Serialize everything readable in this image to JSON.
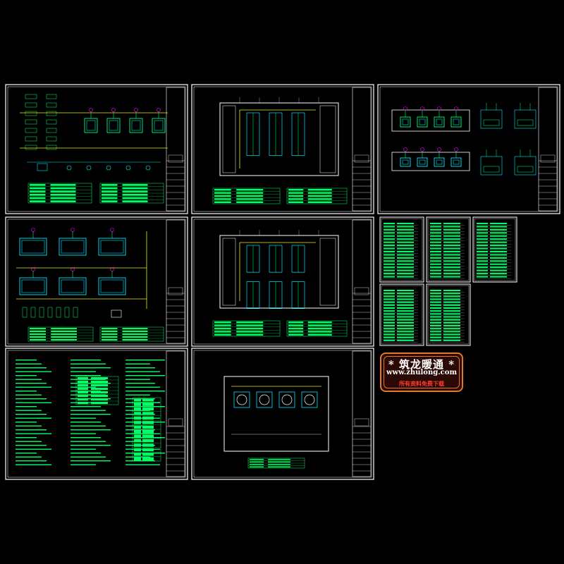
{
  "colors": {
    "background": "#000000",
    "frame": "#ffffff",
    "cad_green": "#00ff66",
    "cad_cyan": "#00e5ff",
    "cad_yellow": "#f2f200",
    "cad_magenta": "#ff00ff",
    "badge_border": "#e07a2a",
    "badge_text": "#ffffff",
    "badge_subtext": "#ff3b2f"
  },
  "watermark": {
    "title": "* 筑龙暖通 *",
    "url": "www.zhulong.com",
    "subtitle": "所有资料免费下载"
  },
  "sheets": [
    {
      "id": "sheet-1",
      "kind": "system-diagram"
    },
    {
      "id": "sheet-2",
      "kind": "floor-plan"
    },
    {
      "id": "sheet-3",
      "kind": "section-detail"
    },
    {
      "id": "sheet-4",
      "kind": "system-diagram"
    },
    {
      "id": "sheet-5",
      "kind": "floor-plan"
    },
    {
      "id": "sheet-6",
      "kind": "notes"
    },
    {
      "id": "sheet-7",
      "kind": "floor-plan"
    },
    {
      "id": "sheet-8",
      "kind": "table"
    },
    {
      "id": "sheet-9",
      "kind": "table"
    },
    {
      "id": "sheet-10",
      "kind": "table"
    },
    {
      "id": "sheet-11",
      "kind": "table"
    },
    {
      "id": "sheet-12",
      "kind": "table"
    }
  ]
}
